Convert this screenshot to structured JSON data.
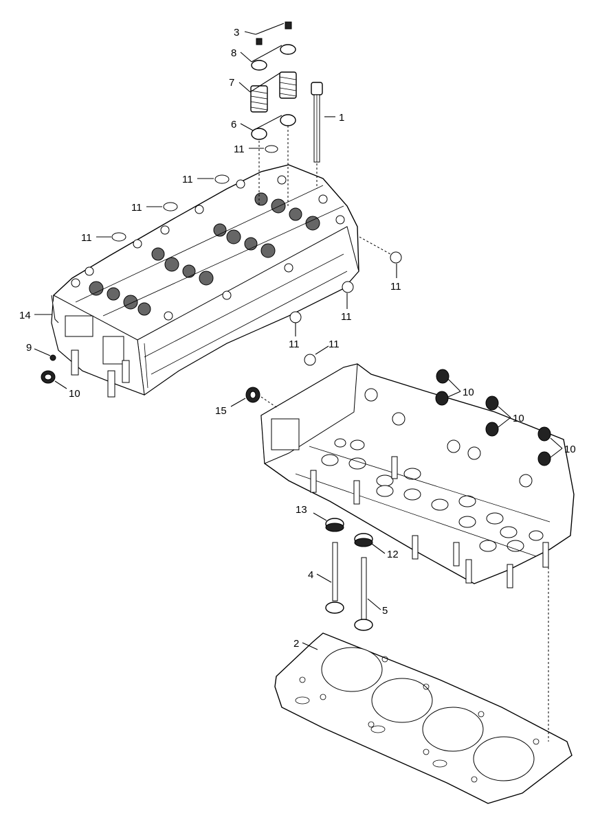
{
  "diagram": {
    "labels": {
      "l1": "1",
      "l2": "2",
      "l3": "3",
      "l4": "4",
      "l5": "5",
      "l6": "6",
      "l7": "7",
      "l8": "8",
      "l9": "9",
      "l10a": "10",
      "l10b": "10",
      "l10c": "10",
      "l10d": "10",
      "l11a": "11",
      "l11b": "11",
      "l11c": "11",
      "l11d": "11",
      "l11e": "11",
      "l11f": "11",
      "l11g": "11",
      "l11h": "11",
      "l12": "12",
      "l13": "13",
      "l14": "14",
      "l15": "15"
    }
  }
}
